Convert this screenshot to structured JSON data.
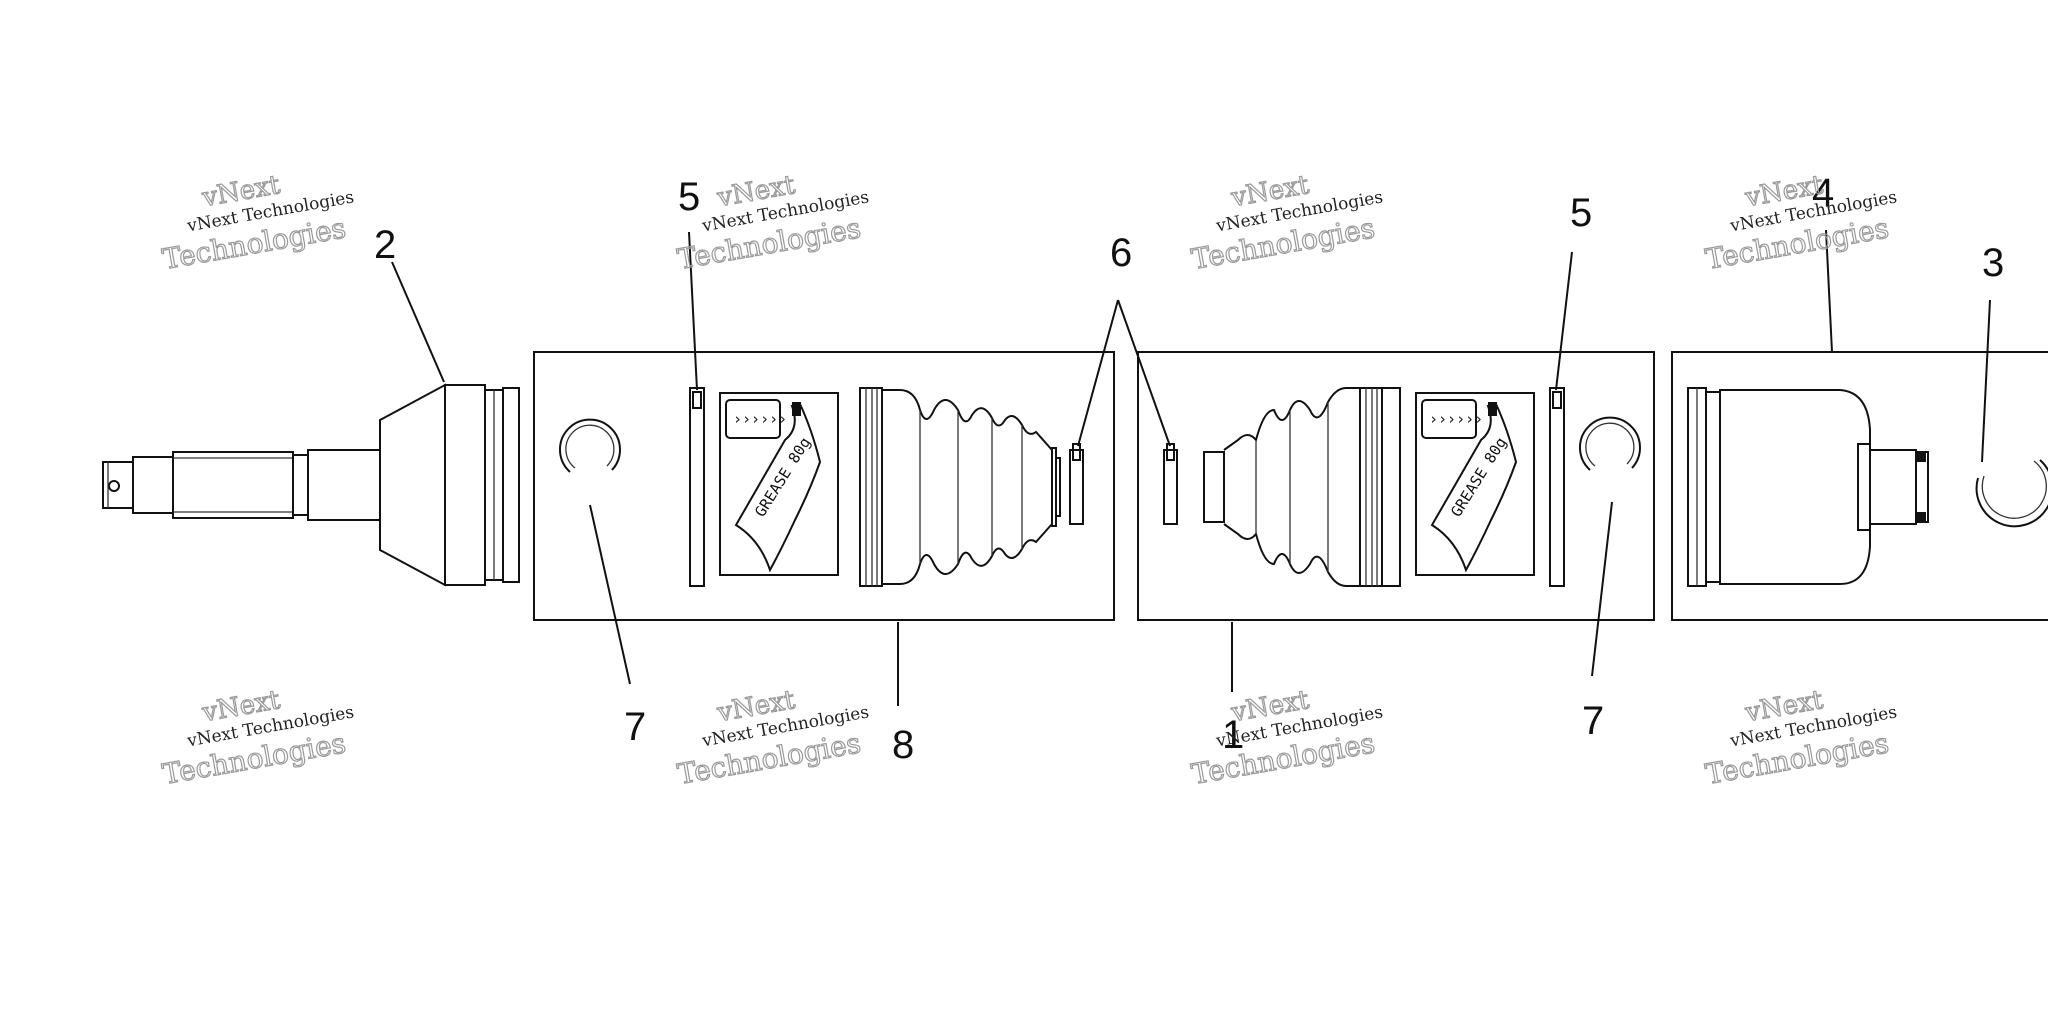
{
  "callouts": {
    "c1": "1",
    "c2": "2",
    "c3": "3",
    "c4": "4",
    "c5a": "5",
    "c5b": "5",
    "c6": "6",
    "c7a": "7",
    "c7b": "7",
    "c8": "8"
  },
  "watermark": {
    "line1": "vNext",
    "line2": "vNext Technologies",
    "line3": "Technologies"
  },
  "grease_packet": {
    "arrows": "››››››",
    "label": "GREASE 80g"
  }
}
